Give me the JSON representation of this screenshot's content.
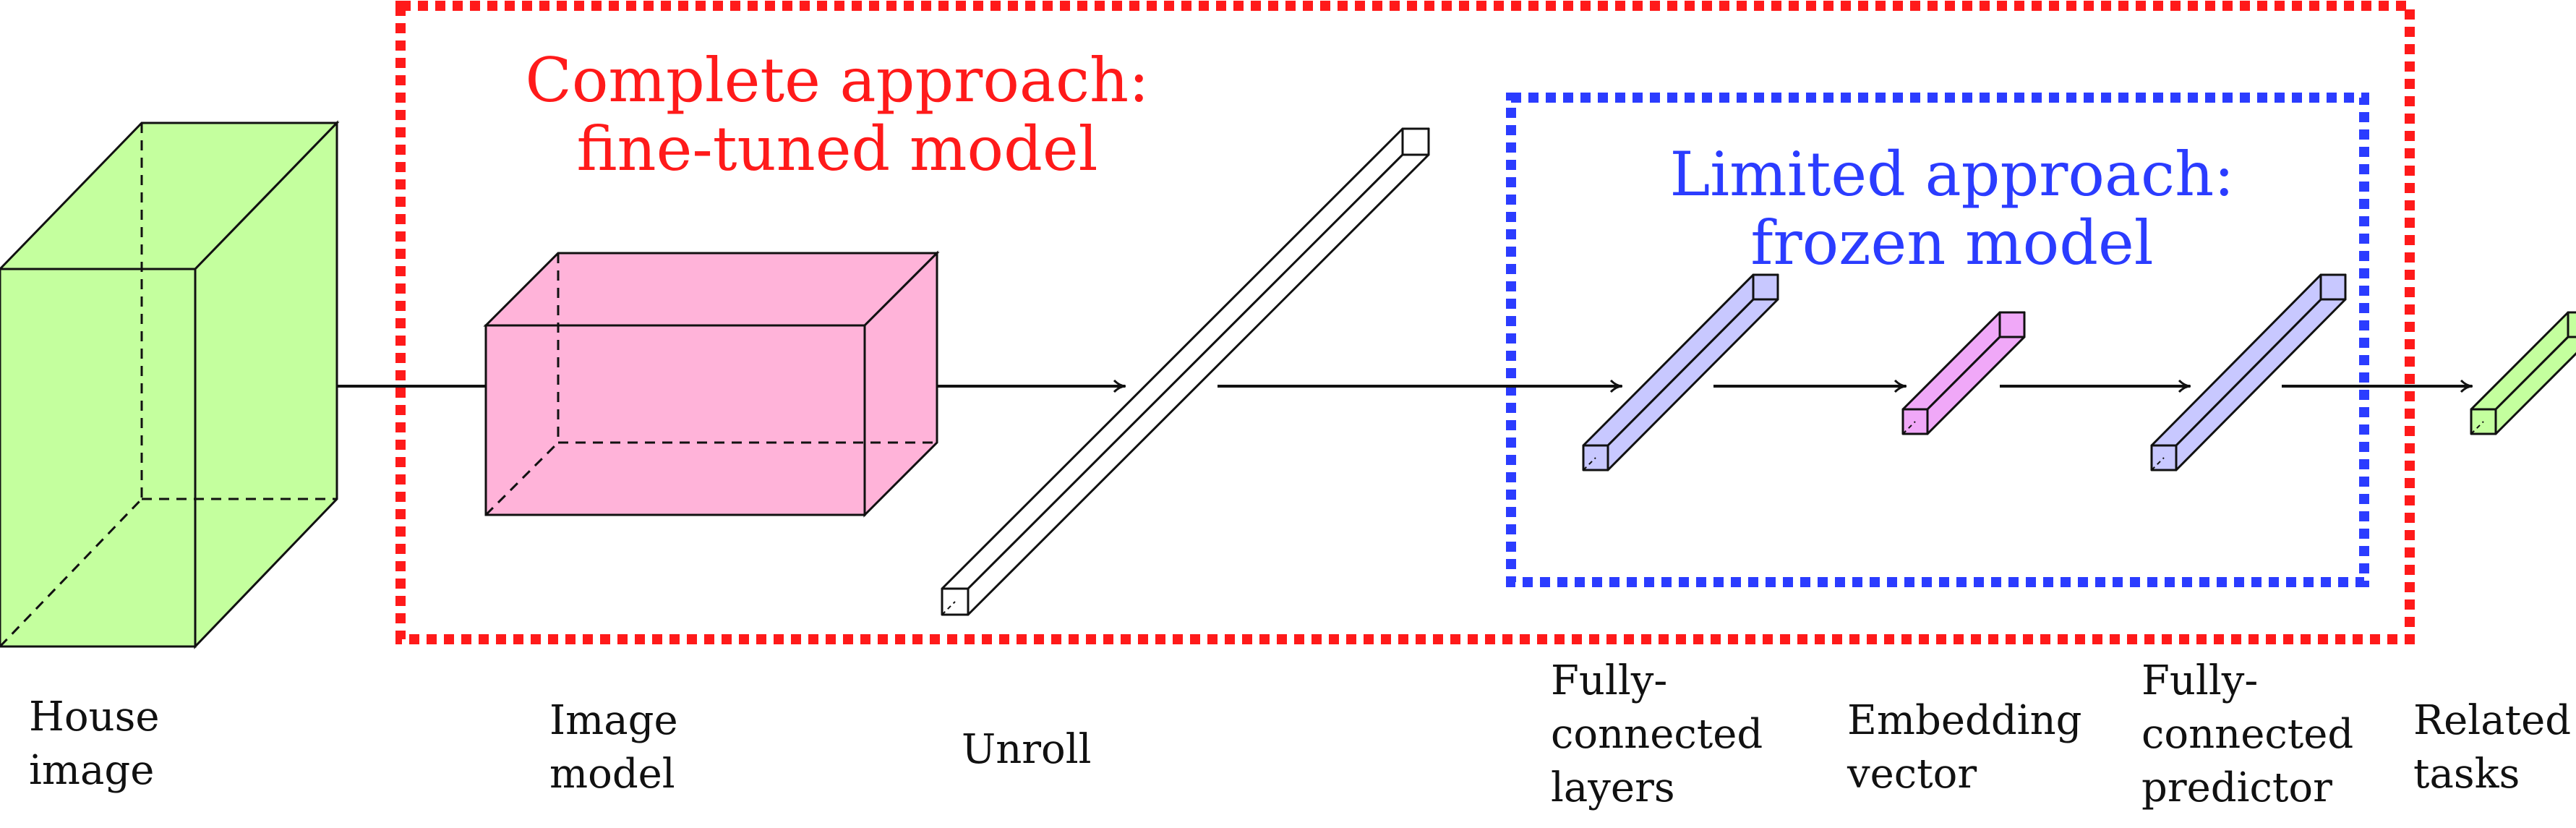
{
  "colors": {
    "complete_box": "#ff1a1a",
    "limited_box": "#2b3cff",
    "house": "#c4ff9e",
    "image_model": "#ffb3d9",
    "unroll": "#ffffff",
    "fc": "#c8c8ff",
    "embedding": "#f0a8f8",
    "related": "#c4ff9e",
    "stroke": "#111111"
  },
  "complete_approach": {
    "line1": "Complete approach:",
    "line2": "fine-tuned model"
  },
  "limited_approach": {
    "line1": "Limited approach:",
    "line2": "frozen model"
  },
  "captions": {
    "house": [
      "House",
      "image"
    ],
    "image_model": [
      "Image",
      "model"
    ],
    "unroll": [
      "Unroll"
    ],
    "fc_layers": [
      "Fully-",
      "connected",
      "layers"
    ],
    "embedding": [
      "Embedding",
      "vector"
    ],
    "fc_predictor": [
      "Fully-",
      "connected",
      "predictor"
    ],
    "related": [
      "Related",
      "tasks"
    ]
  }
}
